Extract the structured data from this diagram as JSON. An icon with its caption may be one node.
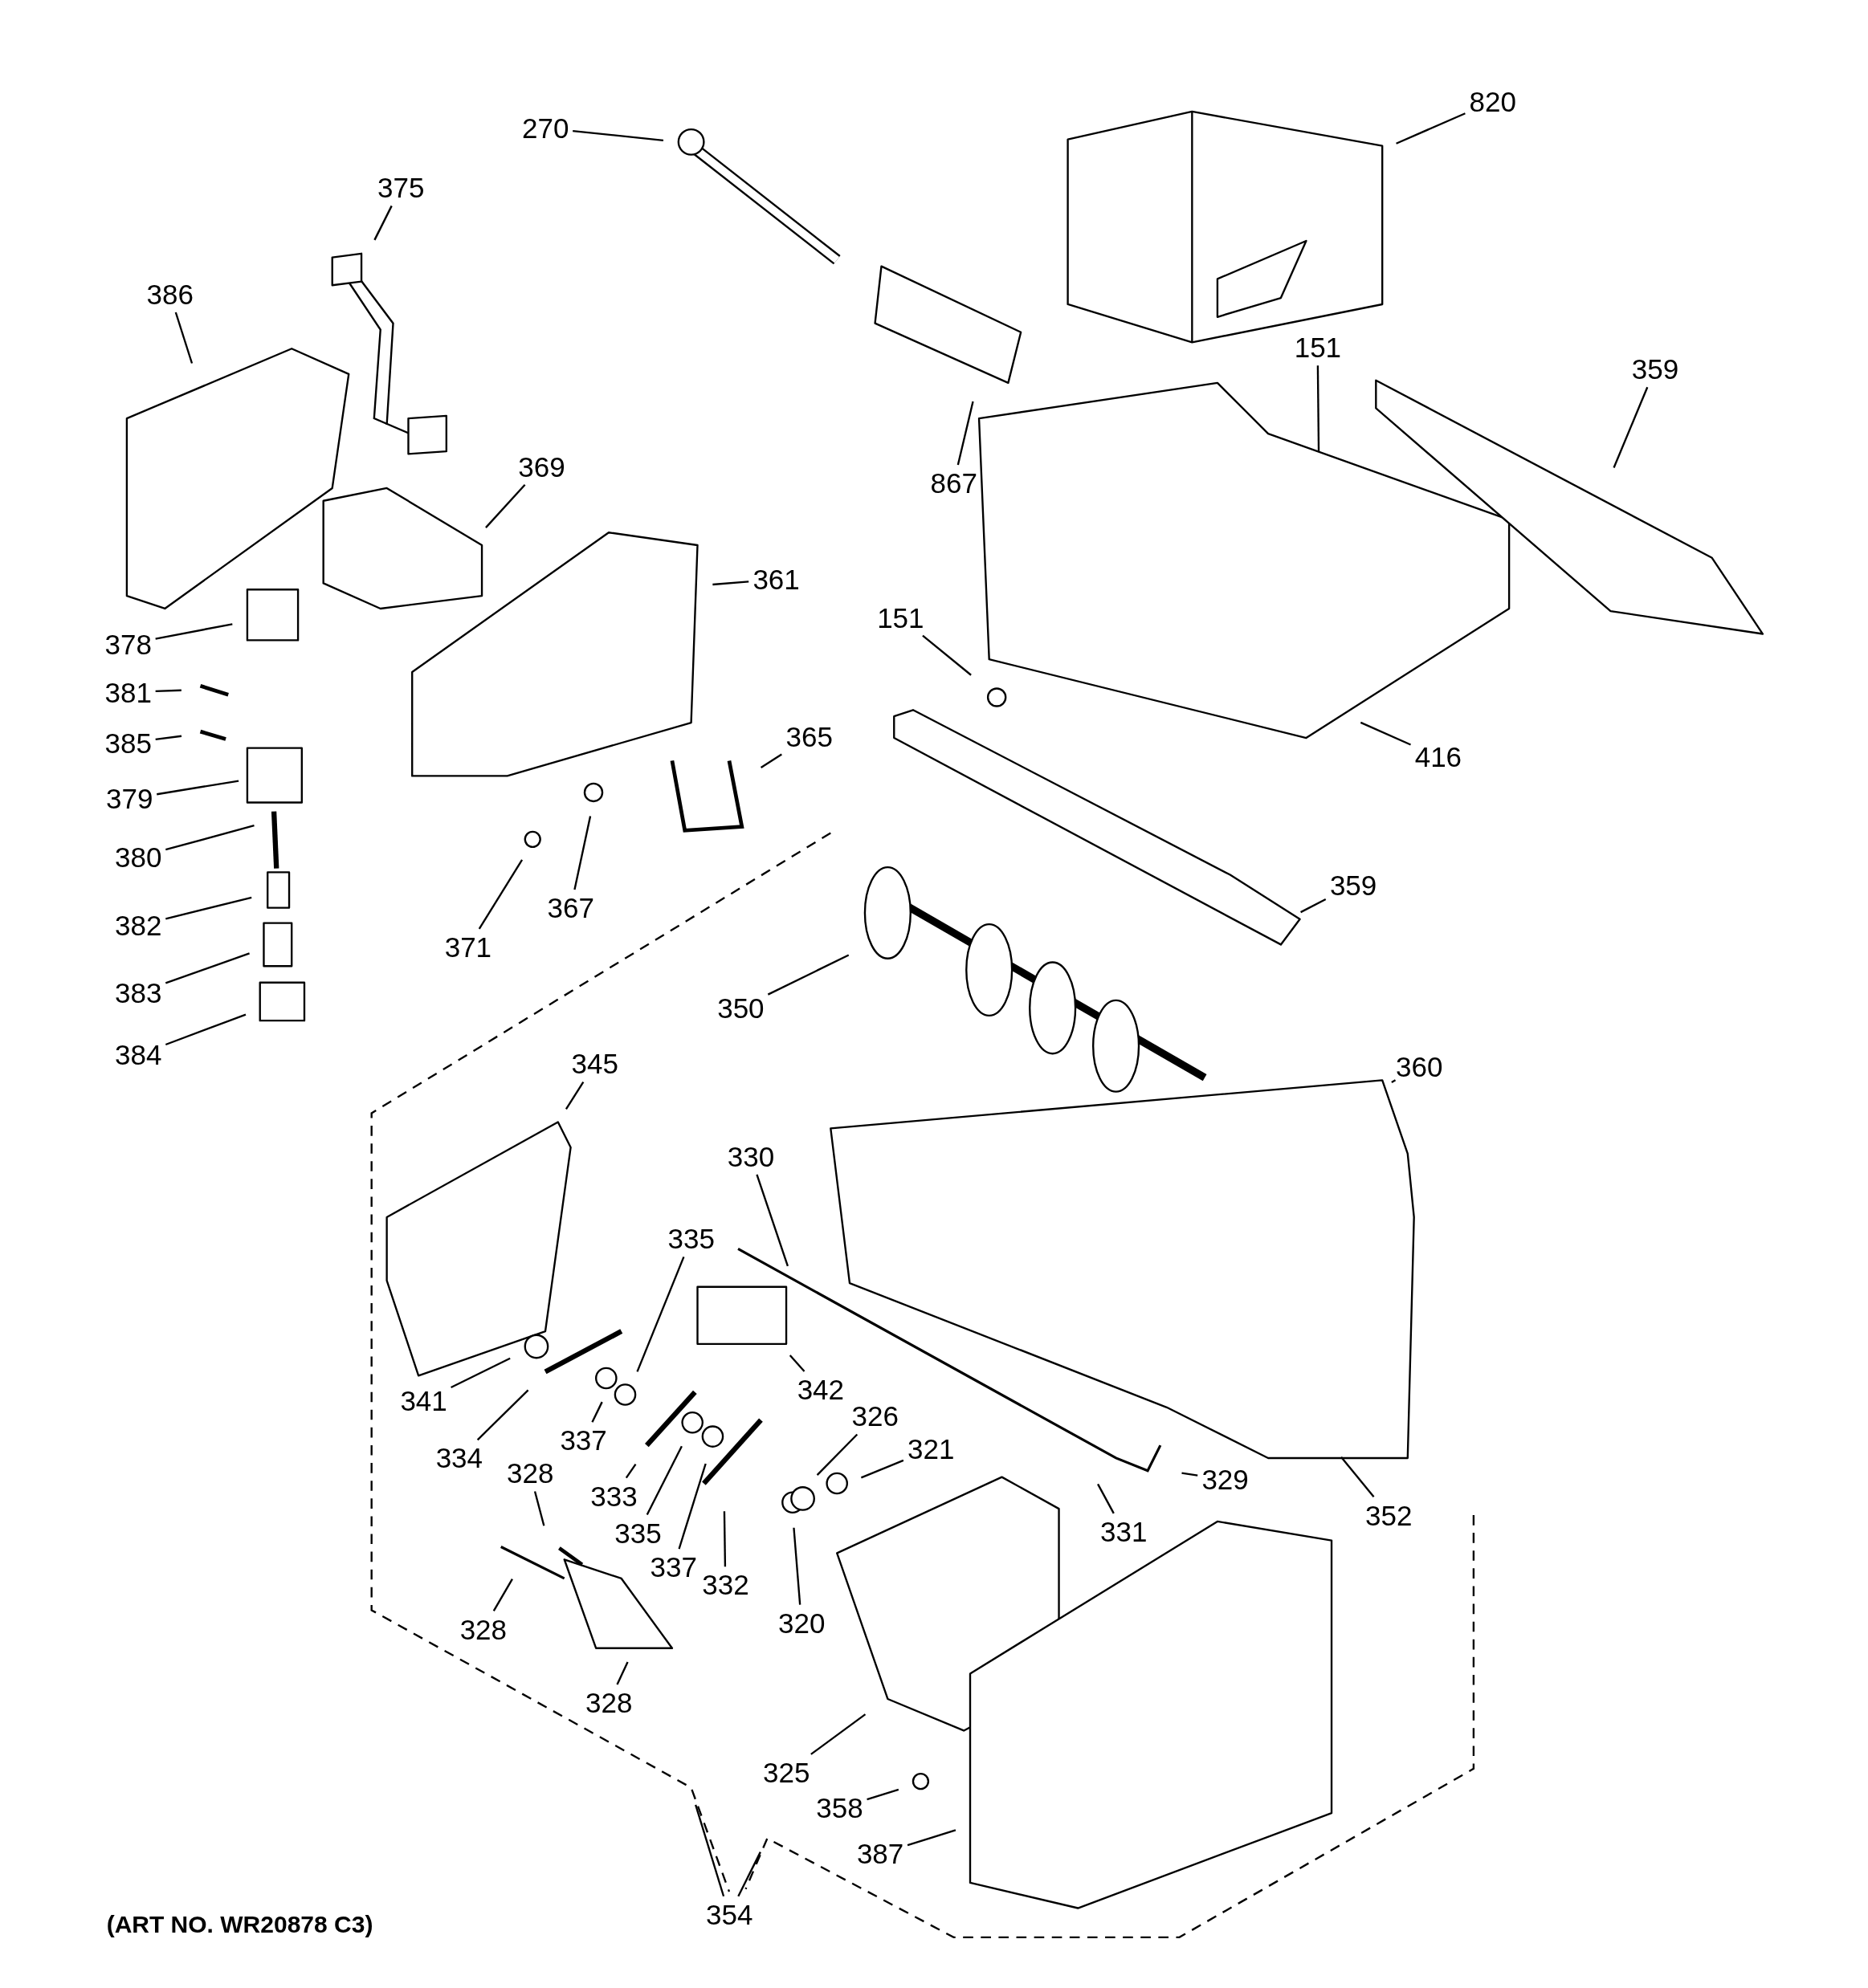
{
  "diagram": {
    "nodes": [
      {
        "text": [
          "270"
        ]
      },
      {
        "text": [
          "820"
        ]
      },
      {
        "text": [
          "375"
        ]
      },
      {
        "text": [
          "386"
        ]
      },
      {
        "text": [
          "151"
        ]
      },
      {
        "text": [
          "359"
        ]
      },
      {
        "text": [
          "369"
        ]
      },
      {
        "text": [
          "867"
        ]
      },
      {
        "text": [
          "361"
        ]
      },
      {
        "text": [
          "151"
        ]
      },
      {
        "text": [
          "378"
        ]
      },
      {
        "text": [
          "381"
        ]
      },
      {
        "text": [
          "385"
        ]
      },
      {
        "text": [
          "365"
        ]
      },
      {
        "text": [
          "416"
        ]
      },
      {
        "text": [
          "379"
        ]
      },
      {
        "text": [
          "380"
        ]
      },
      {
        "text": [
          "367"
        ]
      },
      {
        "text": [
          "382"
        ]
      },
      {
        "text": [
          "371"
        ]
      },
      {
        "text": [
          "359"
        ]
      },
      {
        "text": [
          "383"
        ]
      },
      {
        "text": [
          "350"
        ]
      },
      {
        "text": [
          "384"
        ]
      },
      {
        "text": [
          "345"
        ]
      },
      {
        "text": [
          "360"
        ]
      },
      {
        "text": [
          "330"
        ]
      },
      {
        "text": [
          "335"
        ]
      },
      {
        "text": [
          "342"
        ]
      },
      {
        "text": [
          "341"
        ]
      },
      {
        "text": [
          "326"
        ]
      },
      {
        "text": [
          "321"
        ]
      },
      {
        "text": [
          "337"
        ]
      },
      {
        "text": [
          "334"
        ]
      },
      {
        "text": [
          "329"
        ]
      },
      {
        "text": [
          "331"
        ]
      },
      {
        "text": [
          "333"
        ]
      },
      {
        "text": [
          "328"
        ]
      },
      {
        "text": [
          "352"
        ]
      },
      {
        "text": [
          "335"
        ]
      },
      {
        "text": [
          "337"
        ]
      },
      {
        "text": [
          "332"
        ]
      },
      {
        "text": [
          "320"
        ]
      },
      {
        "text": [
          "328"
        ]
      },
      {
        "text": [
          "328"
        ]
      },
      {
        "text": [
          "325"
        ]
      },
      {
        "text": [
          "358"
        ]
      },
      {
        "text": [
          "387"
        ]
      },
      {
        "text": [
          "354"
        ]
      }
    ],
    "edges": [
      {
        "from": 0,
        "to": null,
        "arrow": "none"
      },
      {
        "from": 1,
        "to": null,
        "arrow": "none"
      },
      {
        "from": 2,
        "to": null,
        "arrow": "none"
      },
      {
        "from": 3,
        "to": null,
        "arrow": "none"
      },
      {
        "from": 4,
        "to": null,
        "arrow": "none"
      },
      {
        "from": 5,
        "to": null,
        "arrow": "none"
      },
      {
        "from": 6,
        "to": null,
        "arrow": "none"
      },
      {
        "from": 7,
        "to": null,
        "arrow": "none"
      },
      {
        "from": 8,
        "to": null,
        "arrow": "none"
      },
      {
        "from": 9,
        "to": null,
        "arrow": "none"
      },
      {
        "from": 10,
        "to": null,
        "arrow": "none"
      },
      {
        "from": 11,
        "to": null,
        "arrow": "none"
      },
      {
        "from": 12,
        "to": null,
        "arrow": "none"
      },
      {
        "from": 13,
        "to": null,
        "arrow": "none"
      },
      {
        "from": 14,
        "to": null,
        "arrow": "none"
      },
      {
        "from": 15,
        "to": null,
        "arrow": "none"
      },
      {
        "from": 16,
        "to": null,
        "arrow": "none"
      },
      {
        "from": 17,
        "to": null,
        "arrow": "none"
      },
      {
        "from": 18,
        "to": null,
        "arrow": "none"
      },
      {
        "from": 19,
        "to": null,
        "arrow": "none"
      },
      {
        "from": 20,
        "to": null,
        "arrow": "none"
      },
      {
        "from": 21,
        "to": null,
        "arrow": "none"
      },
      {
        "from": 22,
        "to": null,
        "arrow": "none"
      },
      {
        "from": 23,
        "to": null,
        "arrow": "none"
      },
      {
        "from": 24,
        "to": null,
        "arrow": "none"
      },
      {
        "from": 25,
        "to": null,
        "arrow": "none"
      },
      {
        "from": 26,
        "to": null,
        "arrow": "none"
      },
      {
        "from": 27,
        "to": null,
        "arrow": "none"
      },
      {
        "from": 28,
        "to": null,
        "arrow": "none"
      },
      {
        "from": 29,
        "to": null,
        "arrow": "none"
      },
      {
        "from": 30,
        "to": null,
        "arrow": "none"
      },
      {
        "from": 31,
        "to": null,
        "arrow": "none"
      },
      {
        "from": 32,
        "to": null,
        "arrow": "none"
      },
      {
        "from": 33,
        "to": null,
        "arrow": "none"
      },
      {
        "from": 34,
        "to": null,
        "arrow": "none"
      },
      {
        "from": 35,
        "to": null,
        "arrow": "none"
      },
      {
        "from": 36,
        "to": null,
        "arrow": "none"
      },
      {
        "from": 37,
        "to": null,
        "arrow": "none"
      },
      {
        "from": 38,
        "to": null,
        "arrow": "none"
      },
      {
        "from": 39,
        "to": null,
        "arrow": "none"
      },
      {
        "from": 40,
        "to": null,
        "arrow": "none"
      },
      {
        "from": 41,
        "to": null,
        "arrow": "none"
      },
      {
        "from": 42,
        "to": null,
        "arrow": "none"
      },
      {
        "from": 43,
        "to": null,
        "arrow": "none"
      },
      {
        "from": 44,
        "to": null,
        "arrow": "none"
      },
      {
        "from": 45,
        "to": null,
        "arrow": "none"
      },
      {
        "from": 46,
        "to": null,
        "arrow": "none"
      },
      {
        "from": 47,
        "to": null,
        "arrow": "none"
      },
      {
        "from": 48,
        "to": null,
        "arrow": "none"
      },
      {
        "from": 48,
        "to": null,
        "arrow": "none"
      }
    ],
    "labels": [
      "(ART NO. WR20878 C3)"
    ]
  }
}
